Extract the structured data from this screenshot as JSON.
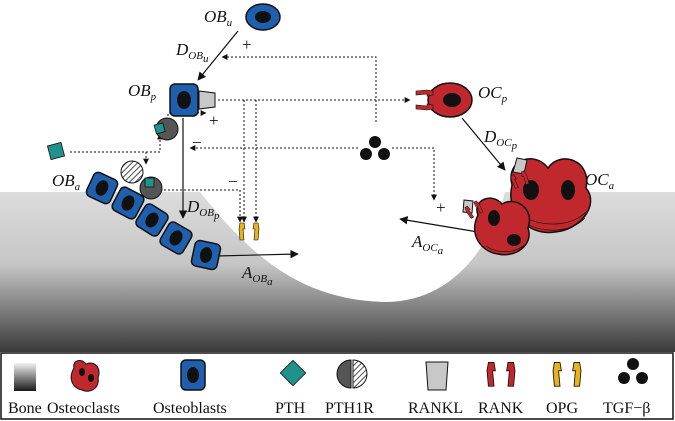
{
  "labels": {
    "ob_u": {
      "main": "OB",
      "sub": "u"
    },
    "ob_p": {
      "main": "OB",
      "sub": "p"
    },
    "ob_a": {
      "main": "OB",
      "sub": "a"
    },
    "oc_p": {
      "main": "OC",
      "sub": "p"
    },
    "oc_a": {
      "main": "OC",
      "sub": "a"
    },
    "d_ob_u": {
      "main": "D",
      "sub": "OB",
      "subsub": "u"
    },
    "d_ob_p": {
      "main": "D",
      "sub": "OB",
      "subsub": "p"
    },
    "d_oc_p": {
      "main": "D",
      "sub": "OC",
      "subsub": "p"
    },
    "a_ob_a": {
      "main": "A",
      "sub": "OB",
      "subsub": "a"
    },
    "a_oc_a": {
      "main": "A",
      "sub": "OC",
      "subsub": "a"
    }
  },
  "signs": {
    "plus_ob_u": "+",
    "plus_ob_p": "+",
    "minus_ob_p": "−",
    "minus_opg": "−",
    "plus_oc_a": "+"
  },
  "legend": {
    "bone": "Bone",
    "osteoclasts": "Osteoclasts",
    "osteoblasts": "Osteoblasts",
    "pth": "PTH",
    "pth1r": "PTH1R",
    "rankl": "RANKL",
    "rank": "RANK",
    "opg": "OPG",
    "tgf": "TGF−β"
  },
  "colors": {
    "osteoblast_blue": "#1f5fae",
    "osteoclast_red": "#c0282d",
    "pth_teal": "#21918c",
    "opg_gold": "#e8b21a",
    "rankl_gray": "#c8c8c8",
    "bone_gray": "#d4d4d4"
  }
}
